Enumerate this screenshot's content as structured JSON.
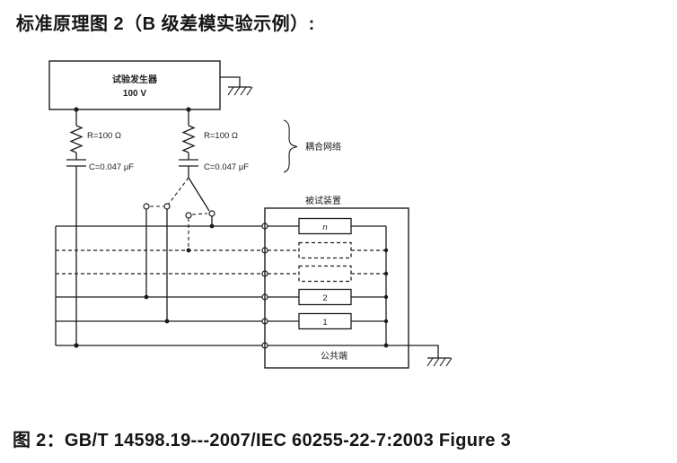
{
  "title": "标准原理图 2（B 级差模实验示例）:",
  "caption": "图 2：GB/T 14598.19---2007/IEC 60255-22-7:2003 Figure 3",
  "generator": {
    "name": "试验发生器",
    "voltage": "100 V"
  },
  "coupling": {
    "left_resistor": "R=100 Ω",
    "left_capacitor": "C=0.047 μF",
    "right_resistor": "R=100 Ω",
    "right_capacitor": "C=0.047 μF",
    "network_label": "耦合网络"
  },
  "eut": {
    "label": "被试装置",
    "unit_top": "n",
    "unit_2": "2",
    "unit_1": "1",
    "common": "公共端"
  },
  "colors": {
    "ink": "#1c1c1c",
    "background": "#ffffff"
  }
}
